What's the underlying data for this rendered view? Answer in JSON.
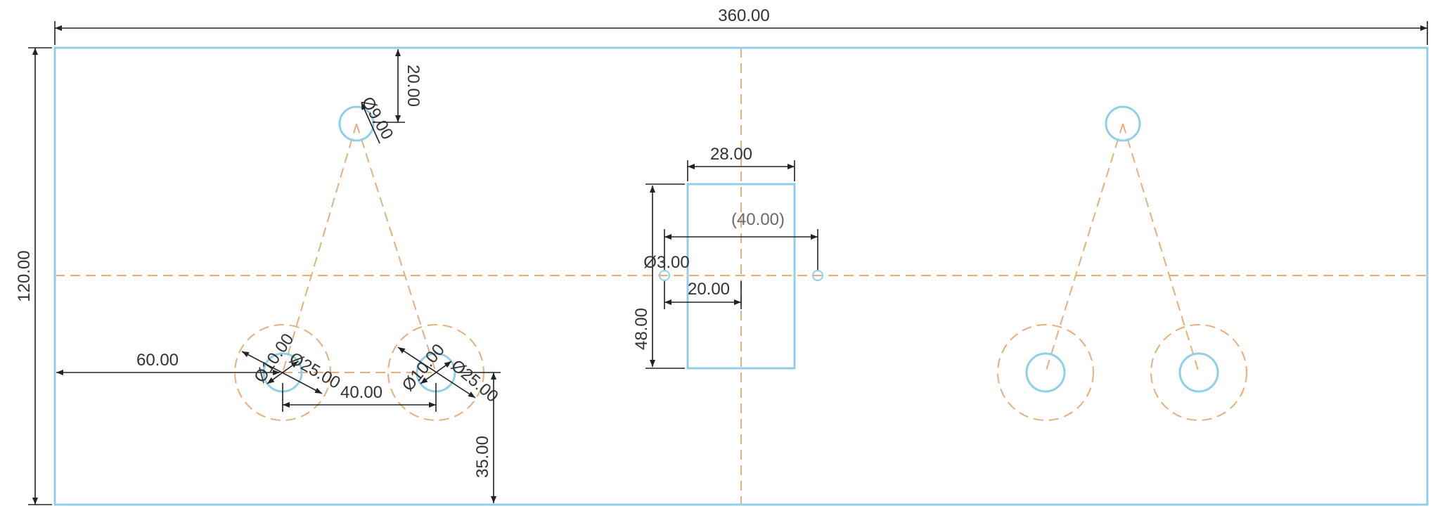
{
  "drawing": {
    "colors": {
      "geometry": "#8fd0e8",
      "construction": "#e8ae7c",
      "dimension": "#222222",
      "dimension_text": "#333333",
      "reference_text": "#6a6a6a"
    },
    "dimensions": {
      "overall_width": "360.00",
      "overall_height": "120.00",
      "top_hole_offset": "20.00",
      "top_hole_dia": "Ø9.00",
      "left_offset": "60.00",
      "hole_spacing": "40.00",
      "bottom_offset": "35.00",
      "hole_a_dia_small": "Ø10.00",
      "hole_a_dia_large": "Ø25.00",
      "hole_b_dia_small": "Ø10.00",
      "hole_b_dia_large": "Ø25.00",
      "slot_width": "28.00",
      "slot_height": "48.00",
      "ref_distance": "(40.00)",
      "small_hole_dia": "Ø3.00",
      "small_hole_offset": "20.00"
    }
  }
}
